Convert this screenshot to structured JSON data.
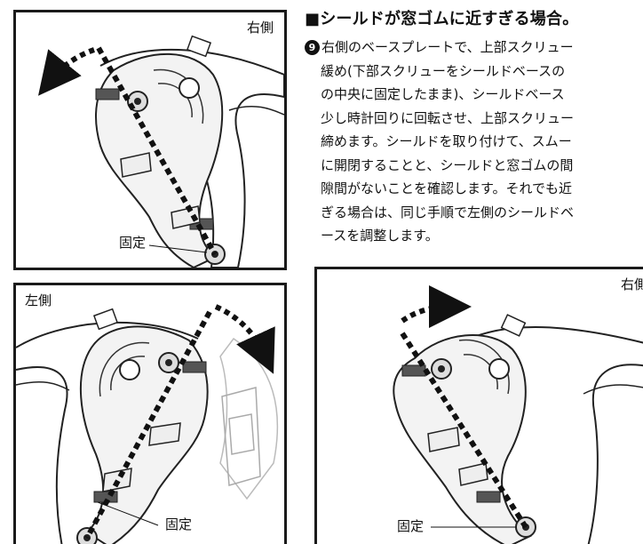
{
  "heading": "■シールドが窓ゴムに近すぎる場合。",
  "step": {
    "number": "9",
    "lines": [
      "右側のベースプレートで、上部スクリュー",
      "緩め(下部スクリューをシールドベースの",
      "の中央に固定したまま)、シールドベース",
      "少し時計回りに回転させ、上部スクリュー",
      "締めます。シールドを取り付けて、スムー",
      "に開閉することと、シールドと窓ゴムの間",
      "隙間がないことを確認します。それでも近",
      "ぎる場合は、同じ手順で左側のシールドベ",
      "ースを調整します。"
    ]
  },
  "figures": {
    "top_left": {
      "side_label": "右側",
      "fixed_label": "固定"
    },
    "bottom_left": {
      "side_label": "左側",
      "fixed_label": "固定"
    },
    "bottom_right": {
      "side_label": "右側",
      "fixed_label": "固定"
    }
  }
}
